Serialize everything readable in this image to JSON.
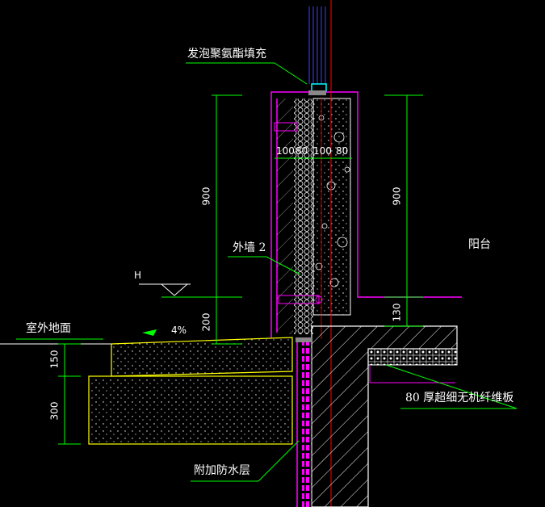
{
  "colors": {
    "background": "#000000",
    "dimension": "#00ff00",
    "wall_outline": "#ff00ff",
    "concrete": "#ffffff",
    "gravel_outline": "#ffff00",
    "red_axis": "#ff0000",
    "cyan_window": "#00ffff",
    "blue_lines": "#4040ff"
  },
  "labels": {
    "foam_fill": "发泡聚氨酯填充",
    "outer_wall": "外墙 2",
    "balcony": "阳台",
    "outdoor_ground": "室外地面",
    "slope": "4%",
    "level_mark": "H",
    "waterproof": "附加防水层",
    "fiber_board": "80 厚超细无机纤维板"
  },
  "dimensions": {
    "d900_left": "900",
    "d200": "200",
    "d150": "150",
    "d300": "300",
    "d900_right": "900",
    "d130": "130",
    "layer1": "100",
    "layer2": "80",
    "layer3": "100",
    "layer4": "80"
  }
}
